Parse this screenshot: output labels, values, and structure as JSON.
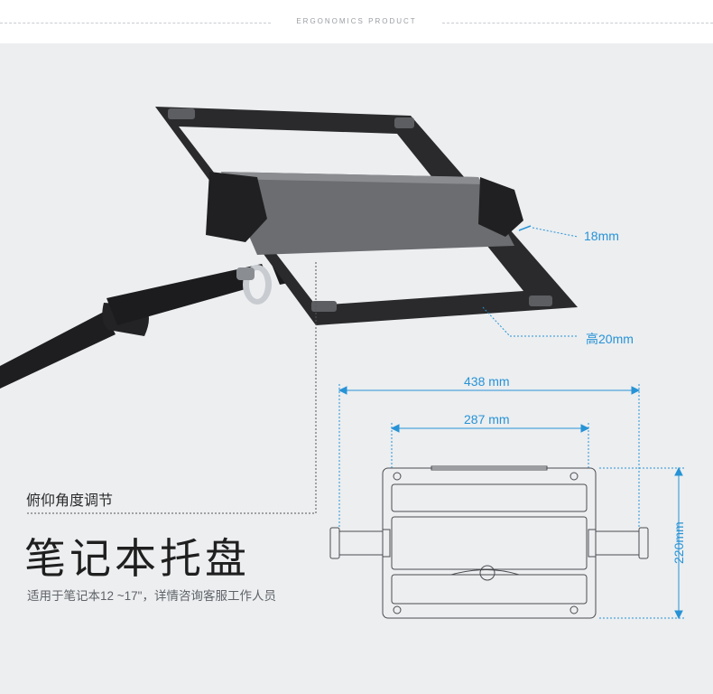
{
  "header": {
    "title": "ERGONOMICS PRODUCT"
  },
  "dimensions": {
    "thickness": "18mm",
    "height": "高20mm",
    "outer_width": "438 mm",
    "inner_width": "287 mm",
    "depth": "220mm"
  },
  "text": {
    "subtitle": "俯仰角度调节",
    "title": "笔记本托盘",
    "caption": "适用于笔记本12 ~17\"，详情咨询客服工作人员"
  },
  "colors": {
    "accent": "#2793d6",
    "background": "#eceef0",
    "product": "#2a2a2c"
  }
}
